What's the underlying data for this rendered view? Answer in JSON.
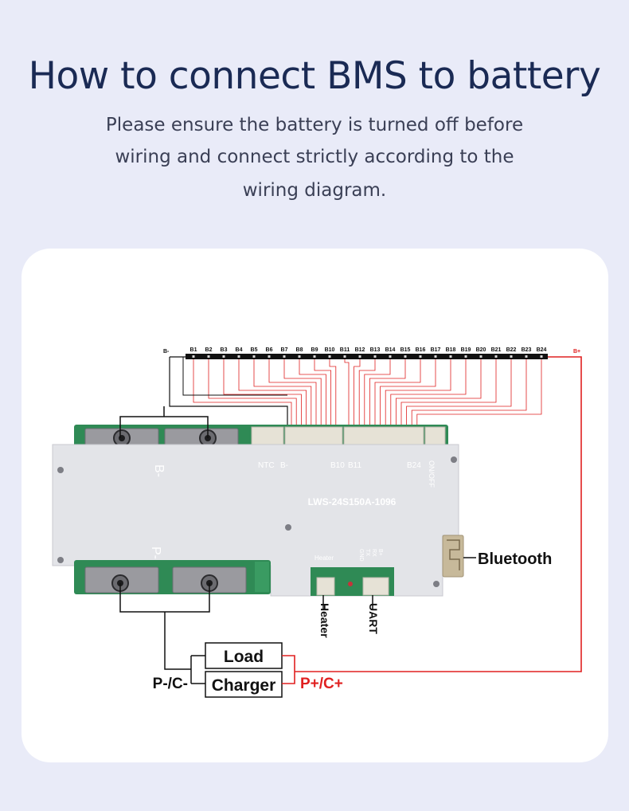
{
  "header": {
    "title": "How to connect BMS to battery",
    "subtitle_lines": [
      "Please ensure the battery is turned off before",
      "wiring and connect strictly according to the",
      "wiring diagram."
    ]
  },
  "diagram": {
    "balance_labels": [
      "B1",
      "B2",
      "B3",
      "B4",
      "B5",
      "B6",
      "B7",
      "B8",
      "B9",
      "B10",
      "B11",
      "B12",
      "B13",
      "B14",
      "B15",
      "B16",
      "B17",
      "B18",
      "B19",
      "B20",
      "B21",
      "B22",
      "B23",
      "B24"
    ],
    "b_minus_small": "B-",
    "b_plus_small": "B+",
    "board": {
      "model": "LWS-24S150A-1096",
      "b_minus": "B-",
      "p_minus": "P-",
      "port_ntc": "NTC",
      "port_bminus": "B-",
      "port_b10": "B10",
      "port_b11": "B11",
      "port_b24": "B24",
      "port_onoff": "ON/OFF",
      "heater_small": "Heater",
      "uart_pins": [
        "GND",
        "TX",
        "RX",
        "B+"
      ]
    },
    "labels": {
      "bluetooth": "Bluetooth",
      "heater": "Heater",
      "uart": "UART",
      "load": "Load",
      "charger": "Charger",
      "p_minus_c_minus": "P-/C-",
      "p_plus_c_plus": "P+/C+"
    },
    "colors": {
      "wire_red": "#e02020",
      "wire_black": "#111111",
      "pcb_green": "#2f8a55",
      "board_gray": "#e3e4e8",
      "title_navy": "#1a2a54"
    }
  }
}
